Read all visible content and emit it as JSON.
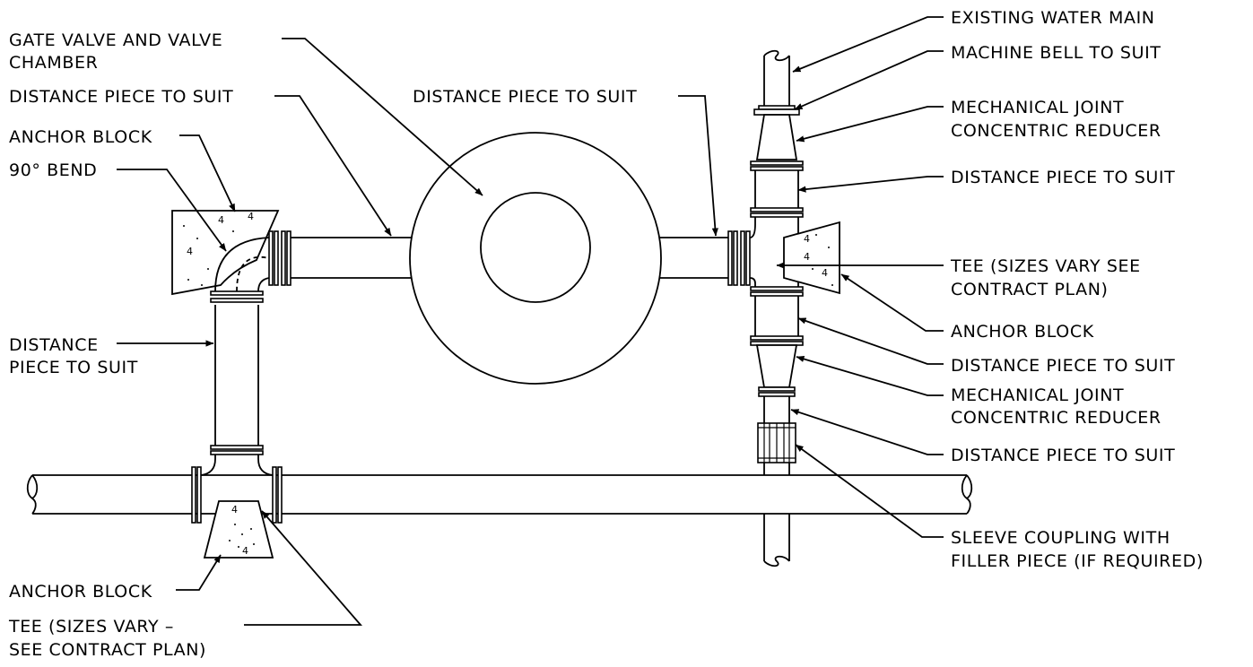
{
  "labels": {
    "gate_valve_1": "GATE VALVE AND VALVE",
    "gate_valve_2": "CHAMBER",
    "distance_left_top": "DISTANCE PIECE TO SUIT",
    "distance_center": "DISTANCE PIECE TO SUIT",
    "anchor_block_left": "ANCHOR BLOCK",
    "bend_90": "90° BEND",
    "distance_left_1": "DISTANCE",
    "distance_left_2": "PIECE TO SUIT",
    "anchor_block_bottom": "ANCHOR BLOCK",
    "tee_bottom_1": "TEE (SIZES VARY –",
    "tee_bottom_2": "SEE CONTRACT PLAN)",
    "existing_main": "EXISTING WATER MAIN",
    "machine_bell": "MACHINE BELL TO SUIT",
    "mj_reducer_top_1": "MECHANICAL JOINT",
    "mj_reducer_top_2": "CONCENTRIC REDUCER",
    "distance_right_1": "DISTANCE PIECE TO SUIT",
    "tee_right_1": "TEE (SIZES VARY SEE",
    "tee_right_2": "CONTRACT PLAN)",
    "anchor_block_right": "ANCHOR BLOCK",
    "distance_right_2": "DISTANCE PIECE TO SUIT",
    "mj_reducer_bottom_1": "MECHANICAL JOINT",
    "mj_reducer_bottom_2": "CONCENTRIC REDUCER",
    "distance_right_3": "DISTANCE PIECE TO SUIT",
    "sleeve_1": "SLEEVE COUPLING WITH",
    "sleeve_2": "FILLER PIECE (IF REQUIRED)"
  },
  "colors": {
    "ink": "#000000",
    "paper": "#ffffff"
  }
}
